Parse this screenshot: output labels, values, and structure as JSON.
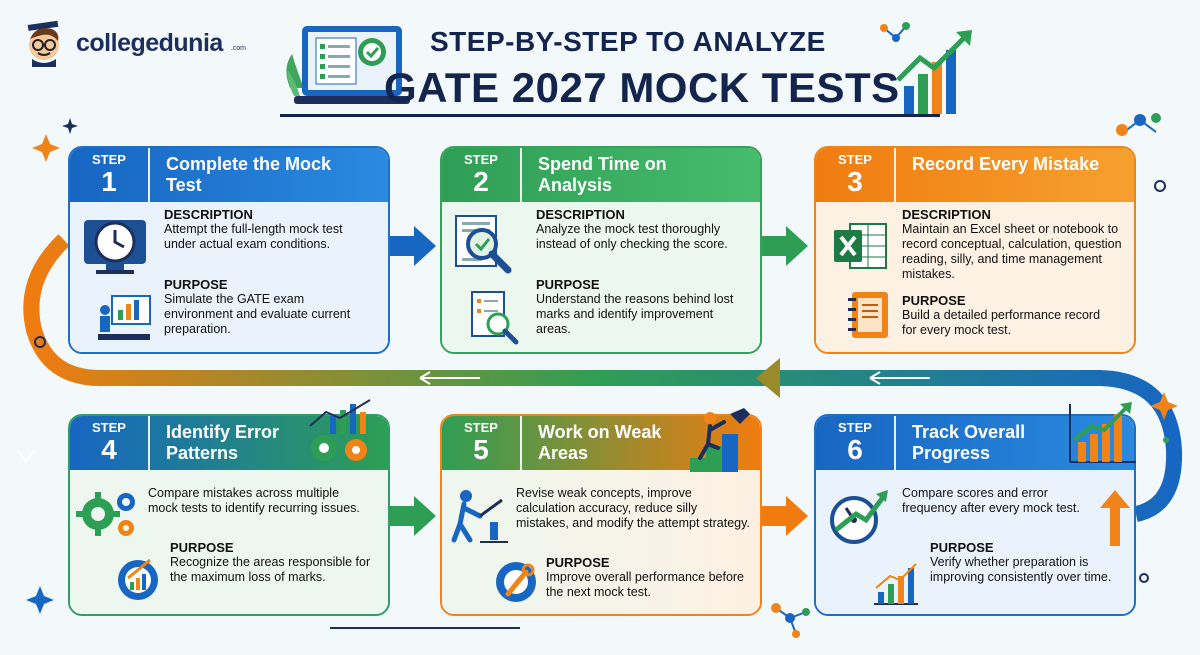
{
  "brand": {
    "name": "collegedunia",
    "sub": ".com"
  },
  "title": {
    "line1": "STEP-BY-STEP TO ANALYZE",
    "line2": "GATE 2027 MOCK TESTS"
  },
  "labels": {
    "step": "STEP",
    "description": "DESCRIPTION",
    "purpose": "PURPOSE"
  },
  "steps": [
    {
      "number": "1",
      "title": "Complete the Mock Test",
      "description": "Attempt the full-length mock test under actual exam conditions.",
      "purpose": "Simulate the GATE exam environment and evaluate current preparation."
    },
    {
      "number": "2",
      "title": "Spend Time on Analysis",
      "description": "Analyze the mock test thoroughly instead of only checking the score.",
      "purpose": "Understand the reasons behind lost marks and identify improvement areas."
    },
    {
      "number": "3",
      "title": "Record Every Mistake",
      "description": "Maintain an Excel sheet or notebook to record conceptual, calculation, question reading, silly, and time management mistakes.",
      "purpose": "Build a detailed performance record for every mock test."
    },
    {
      "number": "4",
      "title": "Identify Error Patterns",
      "description": "Compare mistakes across multiple mock tests to identify recurring issues.",
      "purpose": "Recognize the areas responsible for the maximum loss of marks."
    },
    {
      "number": "5",
      "title": "Work on Weak Areas",
      "description": "Revise weak concepts, improve calculation accuracy, reduce silly mistakes, and modify the attempt strategy.",
      "purpose": "Improve overall performance before the next mock test."
    },
    {
      "number": "6",
      "title": "Track Overall Progress",
      "description": "Compare scores and error frequency after every mock test.",
      "purpose": "Verify whether preparation is improving consistently over time."
    }
  ],
  "icons": [
    "logo-avatar-icon",
    "laptop-checklist-icon",
    "growth-chart-icon",
    "clock-monitor-icon",
    "presentation-icon",
    "magnifier-check-icon",
    "document-search-icon",
    "excel-icon",
    "notebook-icon",
    "gears-icon",
    "gear-chart-icon",
    "climber-wrench-icon",
    "person-lever-icon",
    "wrench-gear-icon",
    "speedometer-arrow-icon",
    "bar-chart-icon"
  ],
  "colors": {
    "blue": "#1766c2",
    "green": "#2e9e55",
    "orange": "#f07c10",
    "navy": "#14254d"
  }
}
